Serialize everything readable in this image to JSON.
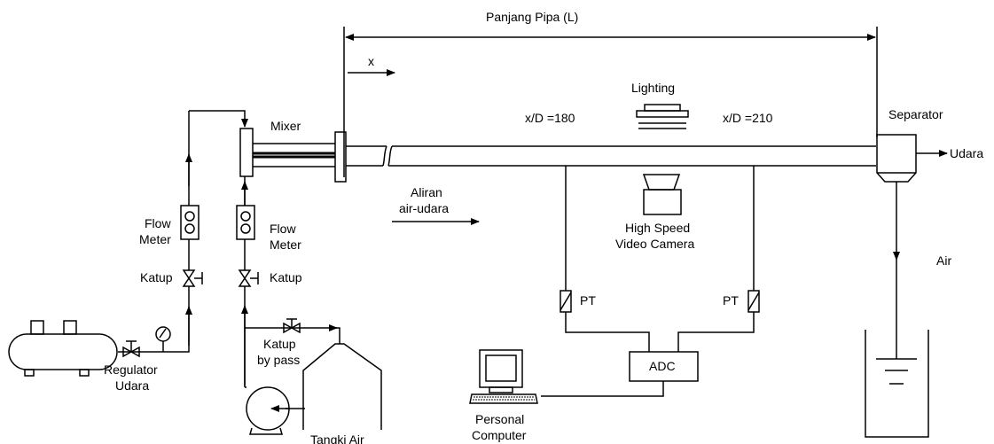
{
  "labels": {
    "pipe_length": "Panjang Pipa (L)",
    "x_axis": "x",
    "lighting": "Lighting",
    "position_180": "x/D =180",
    "position_210": "x/D =210",
    "separator": "Separator",
    "udara_out": "Udara",
    "mixer": "Mixer",
    "flow_air_line1": "Aliran",
    "flow_air_line2": "air-udara",
    "camera_line1": "High Speed",
    "camera_line2": "Video Camera",
    "flowmeter_air_line1": "Flow",
    "flowmeter_air_line2": "Meter",
    "flowmeter_water_line1": "Flow",
    "flowmeter_water_line2": "Meter",
    "valve_air": "Katup",
    "valve_water": "Katup",
    "water_out": "Air",
    "pt_left": "PT",
    "pt_right": "PT",
    "adc": "ADC",
    "bypass_line1": "Katup",
    "bypass_line2": "by pass",
    "regulator_line1": "Regulator",
    "regulator_line2": "Udara",
    "pc_line1": "Personal",
    "pc_line2": "Computer",
    "tank": "Tangki Air"
  }
}
